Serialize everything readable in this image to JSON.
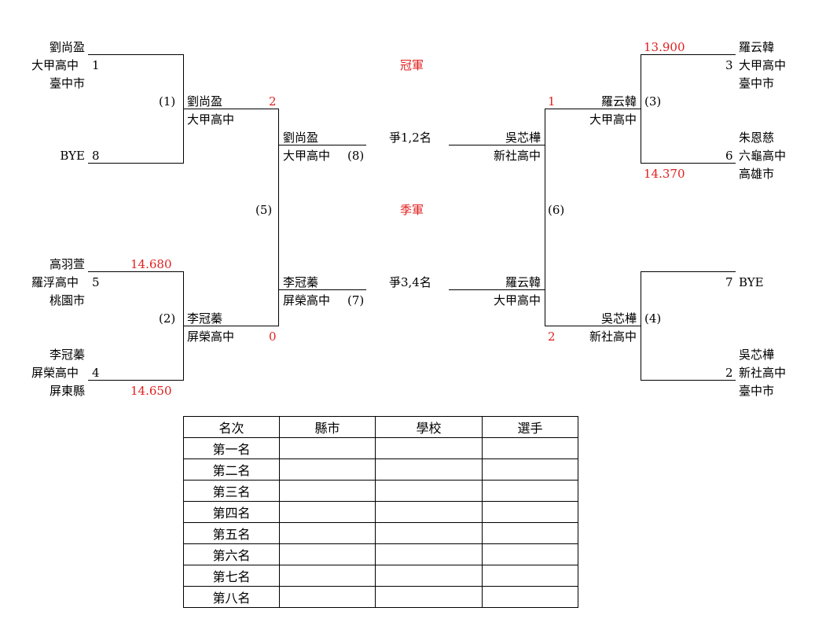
{
  "colors": {
    "score": "#e02020",
    "line": "#000000"
  },
  "match1": {
    "a_name": "劉尚盈",
    "a_school": "大甲高中",
    "a_seed": "1",
    "a_city": "臺中市",
    "b_name": "BYE",
    "b_seed": "8",
    "label": "(1)",
    "w_name": "劉尚盈",
    "w_school": "大甲高中",
    "w_score": "2"
  },
  "match2": {
    "a_name": "高羽萱",
    "a_score": "14.680",
    "a_school": "羅浮高中",
    "a_seed": "5",
    "a_city": "桃園市",
    "b_name": "李冠蓁",
    "b_school": "屏榮高中",
    "b_seed": "4",
    "b_city": "屏東縣",
    "b_score": "14.650",
    "label": "(2)",
    "w_name": "李冠蓁",
    "w_school": "屏榮高中",
    "w_score": "0"
  },
  "match3": {
    "a_score": "13.900",
    "a_name": "羅云韓",
    "a_seed": "3",
    "a_school": "大甲高中",
    "a_city": "臺中市",
    "b_name": "朱恩慈",
    "b_seed": "6",
    "b_school": "六龜高中",
    "b_score": "14.370",
    "b_city": "高雄市",
    "label": "(3)",
    "w_score": "1",
    "w_name": "羅云韓",
    "w_school": "大甲高中"
  },
  "match4": {
    "a_seed": "7",
    "a_name": "BYE",
    "b_name": "吳芯樺",
    "b_seed": "2",
    "b_school": "新社高中",
    "b_city": "臺中市",
    "label": "(4)",
    "w_name": "吳芯樺",
    "w_school": "新社高中",
    "w_score": "2"
  },
  "match5": {
    "label": "(5)"
  },
  "match6": {
    "label": "(6)"
  },
  "final": {
    "title": "冠軍",
    "round_label": "爭1,2名",
    "left_name": "劉尚盈",
    "left_school": "大甲高中",
    "left_label": "(8)",
    "right_name": "吳芯樺",
    "right_school": "新社高中"
  },
  "third": {
    "title": "季軍",
    "round_label": "爭3,4名",
    "left_name": "李冠蓁",
    "left_school": "屏榮高中",
    "left_label": "(7)",
    "right_name": "羅云韓",
    "right_school": "大甲高中"
  },
  "ranking": {
    "headers": [
      "名次",
      "縣市",
      "學校",
      "選手"
    ],
    "rows": [
      "第一名",
      "第二名",
      "第三名",
      "第四名",
      "第五名",
      "第六名",
      "第七名",
      "第八名"
    ]
  }
}
